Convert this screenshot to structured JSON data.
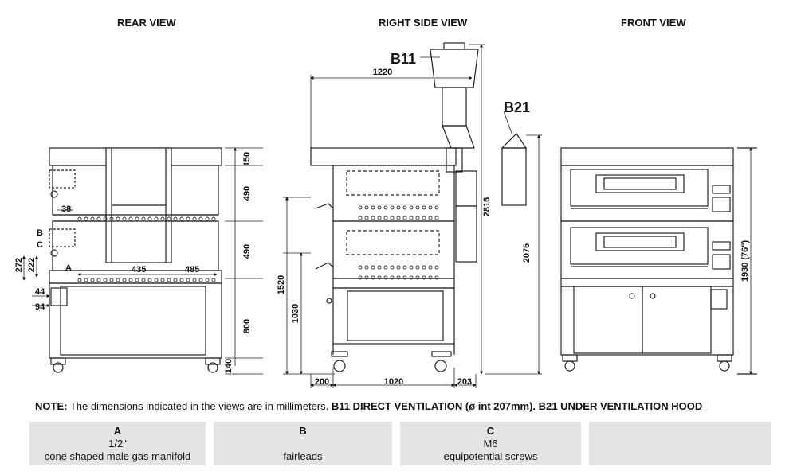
{
  "views": {
    "rear": "REAR VIEW",
    "side": "RIGHT SIDE VIEW",
    "front": "FRONT VIEW"
  },
  "vent": {
    "b11": "B11",
    "b21": "B21"
  },
  "dims": {
    "rear": {
      "d150": "150",
      "d490a": "490",
      "d490b": "490",
      "d800": "800",
      "d140": "140",
      "d38": "38",
      "d435": "435",
      "d485": "485",
      "d272": "272",
      "d222": "222",
      "d44": "44",
      "d94": "94"
    },
    "side": {
      "d1220": "1220",
      "d2816": "2816",
      "d2076": "2076",
      "d1520": "1520",
      "d1030": "1030",
      "d200": "200",
      "d1020": "1020",
      "d203": "203"
    },
    "front": {
      "d1930": "1930 (76\")"
    }
  },
  "markers": {
    "a": "A",
    "b": "B",
    "c": "C"
  },
  "note": {
    "label": "NOTE:",
    "text": " The dimensions indicated in the views are in millimeters. ",
    "vent": "B11 DIRECT VENTILATION (ø int 207mm). B21 UNDER VENTILATION HOOD"
  },
  "legend": [
    {
      "key": "A",
      "line1": "1/2\"",
      "line2": "cone shaped male gas manifold"
    },
    {
      "key": "B",
      "line1": "",
      "line2": "fairleads"
    },
    {
      "key": "C",
      "line1": "M6",
      "line2": "equipotential screws"
    },
    {
      "key": "",
      "line1": "",
      "line2": ""
    }
  ]
}
